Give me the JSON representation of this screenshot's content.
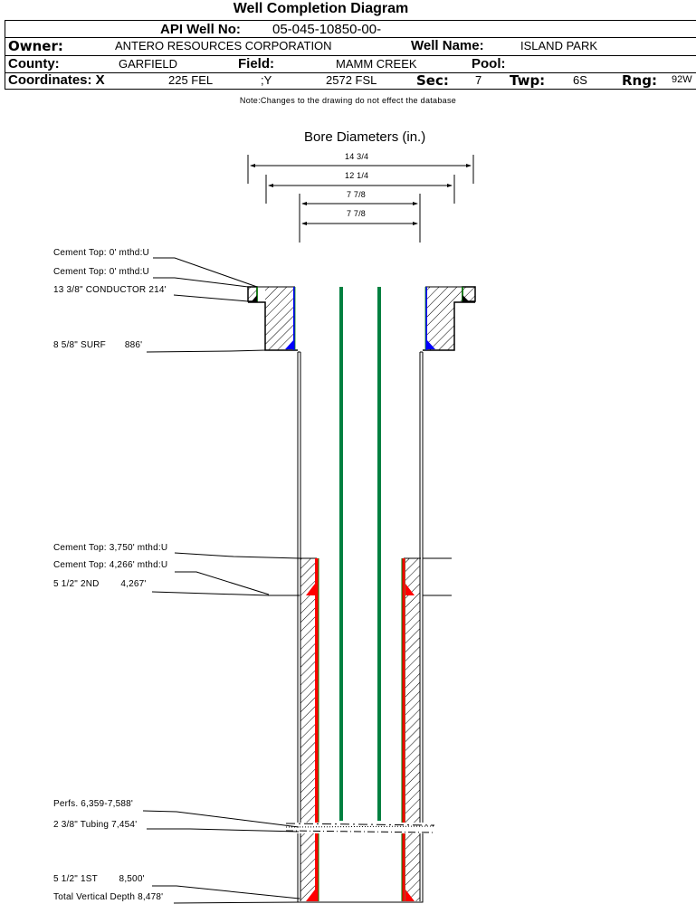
{
  "header": {
    "title": "Well Completion Diagram",
    "api_label": "API Well No:",
    "api_value": "05-045-10850-00-",
    "owner_label": "Owner:",
    "owner_value": "ANTERO RESOURCES CORPORATION",
    "well_name_label": "Well Name:",
    "well_name_value": "ISLAND PARK",
    "county_label": "County:",
    "county_value": "GARFIELD",
    "field_label": "Field:",
    "field_value": "MAMM CREEK",
    "pool_label": "Pool:",
    "pool_value": "",
    "coord_x_label": "Coordinates: X",
    "coord_x_value": "225 FEL",
    "coord_y_label": ";Y",
    "coord_y_value": "2572 FSL",
    "sec_label": "Sec:",
    "sec_value": "7",
    "twp_label": "Twp:",
    "twp_value": "6S",
    "rng_label": "Rng:",
    "rng_value": "92W"
  },
  "note": "Note:Changes to the drawing do not effect the database",
  "bore": {
    "title": "Bore Diameters (in.)",
    "diameters": [
      "14 3/4",
      "12 1/4",
      "7 7/8",
      "7 7/8"
    ]
  },
  "annotations": [
    "Cement Top: 0' mthd:U",
    "Cement Top: 0' mthd:U",
    "13 3/8\" CONDUCTOR  214'",
    "8 5/8\" SURF       886'",
    "Cement Top: 3,750' mthd:U",
    "Cement Top: 4,266' mthd:U",
    "5 1/2\" 2ND        4,267'",
    "Perfs. 6,359-7,588'",
    "2 3/8\" Tubing 7,454'",
    "5 1/2\" 1ST        8,500'",
    "Total Vertical Depth 8,478'"
  ],
  "colors": {
    "cement_conductor": "#0000ff",
    "cement_production": "#ff0000",
    "tubing": "#008040",
    "casing_edge": "#008000",
    "production_casing": "#8b4513"
  }
}
